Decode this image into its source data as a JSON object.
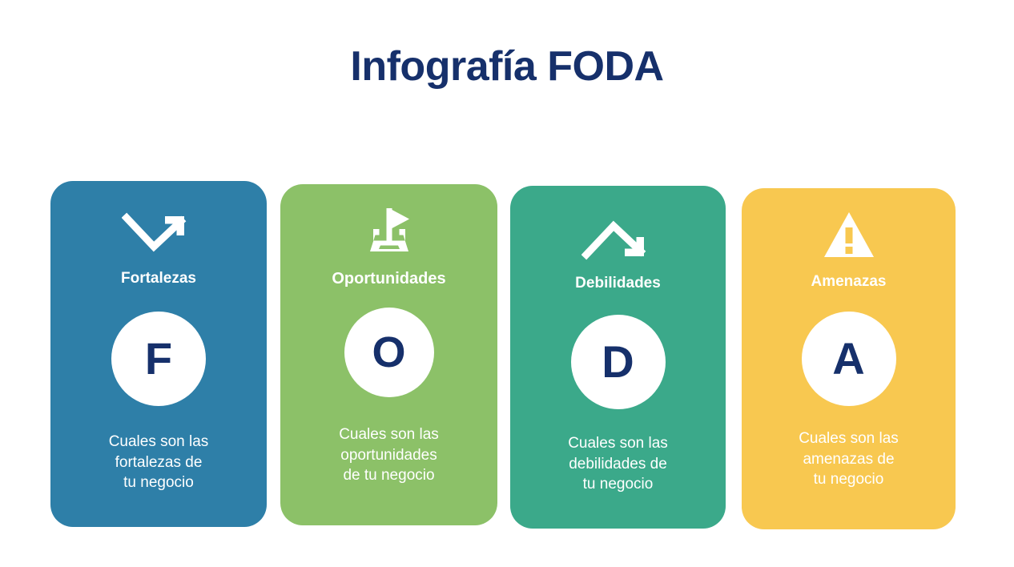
{
  "title": "Infografía FODA",
  "colors": {
    "navy": "#16306b",
    "background": "#ffffff",
    "fortalezas": "#2e7fa8",
    "oportunidades": "#8cc168",
    "debilidades": "#3ba98a",
    "amenazas": "#f8c850"
  },
  "cards": [
    {
      "key": "fortalezas",
      "heading": "Fortalezas",
      "letter": "F",
      "icon": "arrow-trend-up-icon",
      "description": "Cuales son las\nfortalezas de\ntu negocio",
      "description_lines": [
        "Cuales son las",
        "fortalezas de",
        "tu negocio"
      ],
      "color": "#2e7fa8"
    },
    {
      "key": "oportunidades",
      "heading": "Oportunidades",
      "letter": "O",
      "icon": "flag-goal-icon",
      "description": "Cuales son las\noportunidades\nde tu negocio",
      "description_lines": [
        "Cuales son las",
        "oportunidades",
        "de tu negocio"
      ],
      "color": "#8cc168"
    },
    {
      "key": "debilidades",
      "heading": "Debilidades",
      "letter": "D",
      "icon": "arrow-trend-down-icon",
      "description": "Cuales son las\ndebilidades de\ntu negocio",
      "description_lines": [
        "Cuales son las",
        "debilidades de",
        "tu negocio"
      ],
      "color": "#3ba98a"
    },
    {
      "key": "amenazas",
      "heading": "Amenazas",
      "letter": "A",
      "icon": "warning-triangle-icon",
      "description": "Cuales son las\namenazas de\ntu negocio",
      "description_lines": [
        "Cuales son las",
        "amenazas de",
        "tu negocio"
      ],
      "color": "#f8c850"
    }
  ]
}
